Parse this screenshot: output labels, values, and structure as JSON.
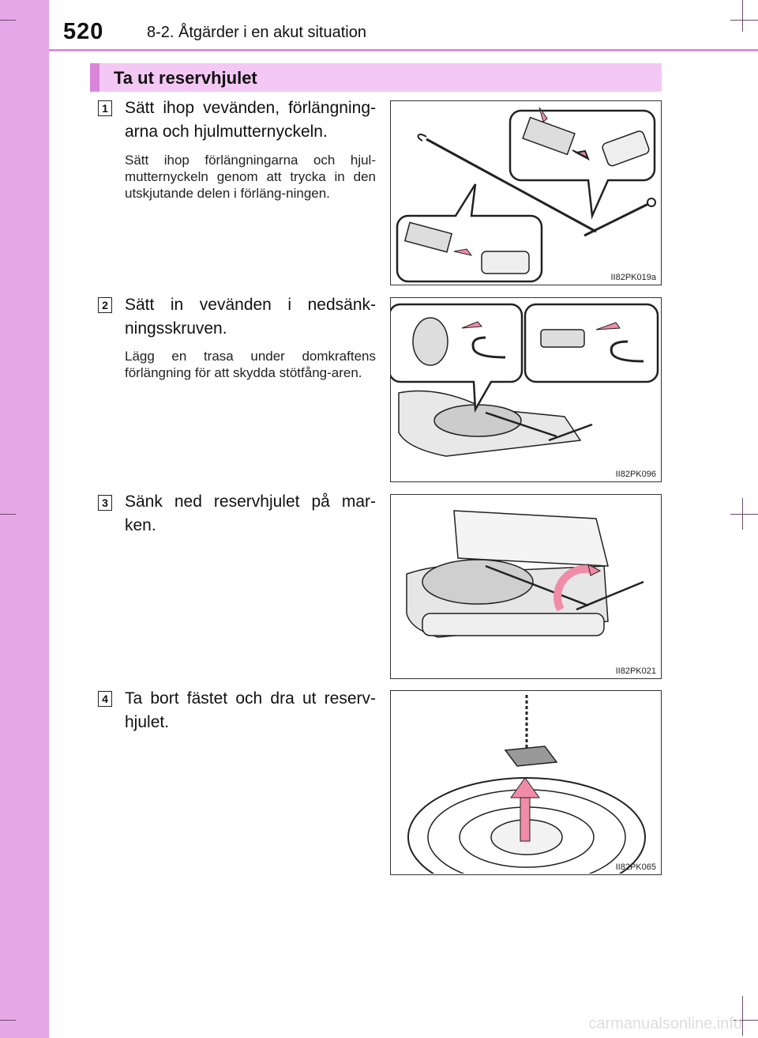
{
  "header": {
    "page_number": "520",
    "chapter": "8-2. Åtgärder i en akut situation"
  },
  "section": {
    "title": "Ta ut reservhjulet"
  },
  "steps": [
    {
      "number": "1",
      "heading": "Sätt ihop vevänden, förlängning-arna och hjulmutternyckeln.",
      "description": "Sätt ihop förlängningarna och hjul-mutternyckeln genom att trycka in den utskjutande delen i förläng-ningen.",
      "figure_code": "II82PK019a"
    },
    {
      "number": "2",
      "heading": "Sätt in vevänden i nedsänk-ningsskruven.",
      "description": "Lägg en trasa under domkraftens förlängning för att skydda stötfång-aren.",
      "figure_code": "II82PK096"
    },
    {
      "number": "3",
      "heading": "Sänk ned reservhjulet på mar-ken.",
      "description": "",
      "figure_code": "II82PK021"
    },
    {
      "number": "4",
      "heading": "Ta bort fästet och dra ut reserv-hjulet.",
      "description": "",
      "figure_code": "II82PK065"
    }
  ],
  "footer": {
    "watermark": "carmanualsonline.info"
  },
  "colors": {
    "sidebar": "#e6a7e6",
    "section_bar": "#f4c8f4",
    "section_accent": "#d986d9",
    "arrow": "#f08ca8"
  }
}
